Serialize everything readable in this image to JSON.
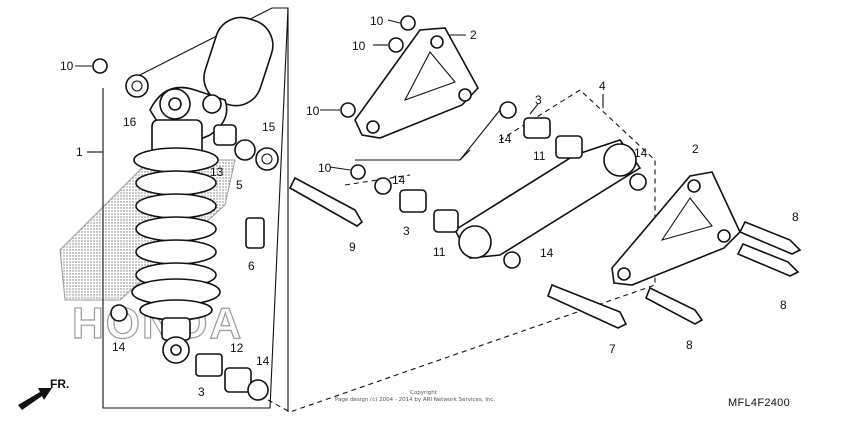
{
  "diagram": {
    "callouts": [
      "10",
      "16",
      "1",
      "13",
      "15",
      "5",
      "6",
      "14",
      "12",
      "3",
      "14",
      "10",
      "2",
      "10",
      "10",
      "3",
      "4",
      "14",
      "11",
      "10",
      "14",
      "9",
      "3",
      "11",
      "14",
      "14",
      "2",
      "8",
      "8",
      "7",
      "8"
    ],
    "diagram_code": "MFL4F2400",
    "copyright_line1": "Copyright",
    "copyright_line2": "Page design (c) 2004 - 2014 by ARI Network Services, Inc.",
    "direction_label": "FR.",
    "watermark": "HONDA"
  }
}
